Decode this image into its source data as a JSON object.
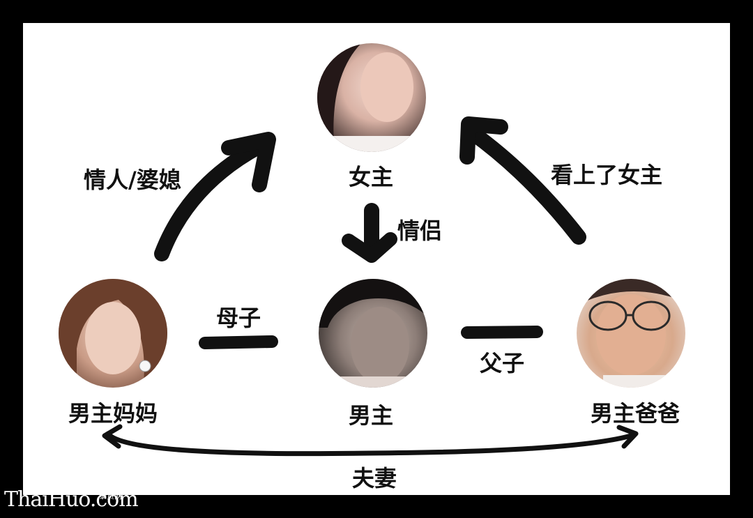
{
  "nodes": {
    "heroine": {
      "label": "女主"
    },
    "hero": {
      "label": "男主"
    },
    "hero_mother": {
      "label": "男主妈妈"
    },
    "hero_father": {
      "label": "男主爸爸"
    }
  },
  "edges": {
    "mother_to_heroine": {
      "label": "情人/婆媳"
    },
    "father_to_heroine": {
      "label": "看上了女主"
    },
    "heroine_to_hero": {
      "label": "情侣"
    },
    "mother_hero": {
      "label": "母子"
    },
    "father_hero": {
      "label": "父子"
    },
    "mother_father": {
      "label": "夫妻"
    }
  },
  "watermark": {
    "main": "ThaiHuo.com",
    "sub": "泰货网"
  },
  "colors": {
    "background": "#000000",
    "panel": "#ffffff",
    "stroke": "#111111"
  }
}
